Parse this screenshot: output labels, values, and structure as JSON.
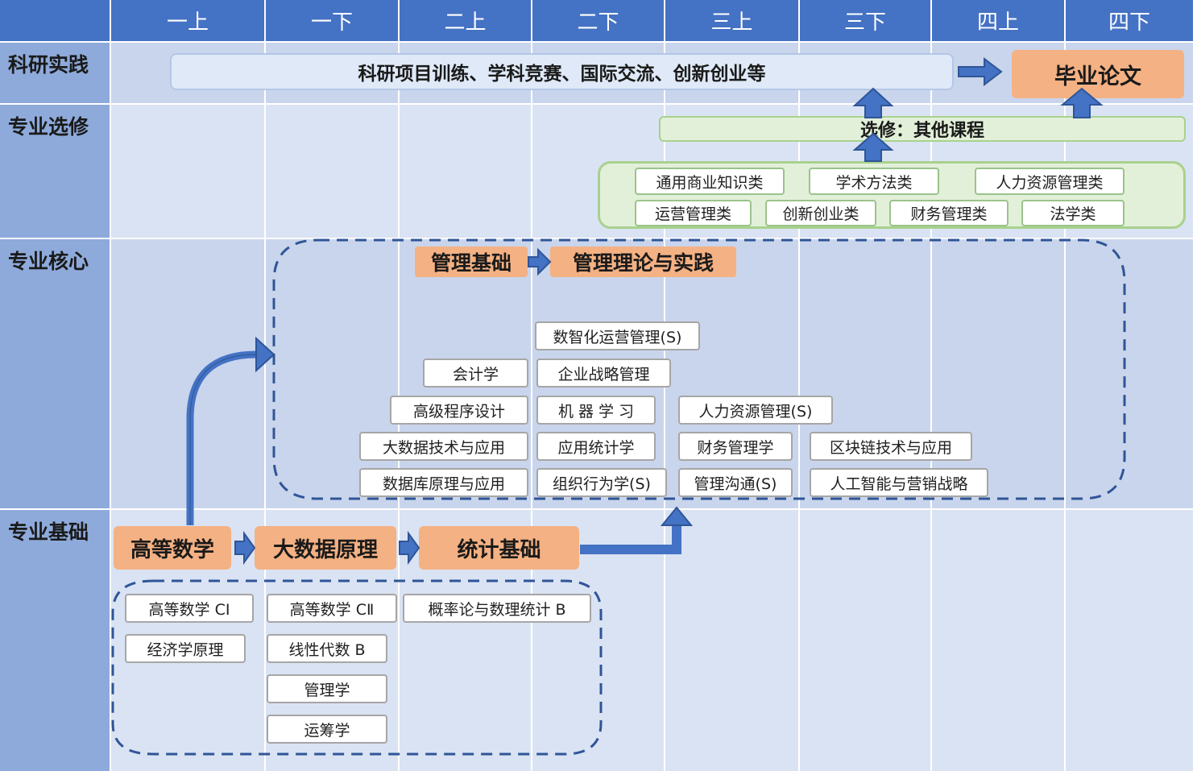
{
  "semesters": [
    "一上",
    "一下",
    "二上",
    "二下",
    "三上",
    "三下",
    "四上",
    "四下"
  ],
  "rows": {
    "research": "科研实践",
    "elective": "专业选修",
    "core": "专业核心",
    "foundation": "专业基础"
  },
  "research": {
    "bar": "科研项目训练、学科竞赛、国际交流、创新创业等",
    "thesis": "毕业论文"
  },
  "elective": {
    "bar": "选修：其他课程",
    "categories": [
      "通用商业知识类",
      "学术方法类",
      "人力资源管理类",
      "运营管理类",
      "创新创业类",
      "财务管理类",
      "法学类"
    ]
  },
  "core": {
    "stage1": "管理基础",
    "stage2": "管理理论与实践",
    "courses": [
      "数智化运营管理(S)",
      "会计学",
      "企业战略管理",
      "高级程序设计",
      "机 器 学 习",
      "人力资源管理(S)",
      "大数据技术与应用",
      "应用统计学",
      "财务管理学",
      "区块链技术与应用",
      "数据库原理与应用",
      "组织行为学(S)",
      "管理沟通(S)",
      "人工智能与营销战略"
    ]
  },
  "foundation": {
    "stages": [
      "高等数学",
      "大数据原理",
      "统计基础"
    ],
    "courses": [
      "高等数学 CⅠ",
      "高等数学 CⅡ",
      "概率论与数理统计 B",
      "经济学原理",
      "线性代数 B",
      "管理学",
      "运筹学"
    ]
  },
  "colors": {
    "header": "#4472c4",
    "row_label": "#8eaadb",
    "band_light": "#dae3f3",
    "band_mid": "#c9d5ec",
    "orange": "#f4b183",
    "arrow": "#2f5597",
    "dashed": "#2f5597",
    "elective_green": "#e2f0d9"
  }
}
